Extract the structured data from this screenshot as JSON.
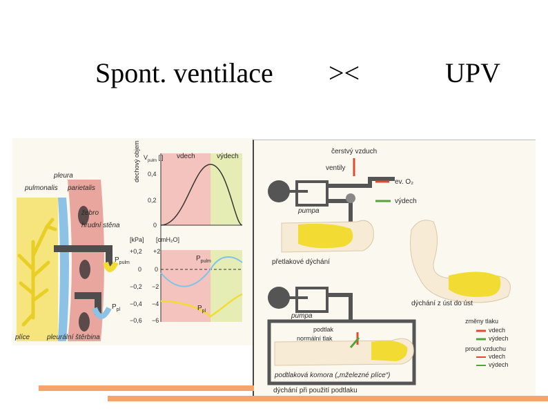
{
  "slide": {
    "title_left": "Spont. ventilace",
    "title_middle": "><",
    "title_right": "UPV"
  },
  "left_figure": {
    "labels": {
      "pleura": "pleura",
      "pulmonalis": "pulmonalis",
      "parietalis": "parietalis",
      "zebro": "žebro",
      "hrudni_stena": "hrudní stěna",
      "p_pulm": "P",
      "p_pulm_sub": "pulm",
      "p_pl": "P",
      "p_pl_sub": "pl",
      "plice": "plíce",
      "pleuralni_sterbina": "pleurální štěrbina"
    },
    "chart": {
      "volume_axis_label": "V",
      "volume_axis_sub": "pulm",
      "volume_axis_unit": "[l]",
      "volume_ylabel": "dechový objem",
      "phase_inspiration": "vdech",
      "phase_expiration": "výdech",
      "volume_ticks": [
        "0,4",
        "0,2",
        "0"
      ],
      "pressure_unit_kpa": "[kPa]",
      "pressure_unit_cmh2o": "[cmH₂O]",
      "kpa_ticks": [
        "+0,2",
        "0",
        "−0,2",
        "−0,4",
        "−0,6"
      ],
      "cmh2o_ticks": [
        "+2",
        "0",
        "−2",
        "−4",
        "−6"
      ],
      "curve_p_pulm": "P",
      "curve_p_pulm_sub": "pulm",
      "curve_p_pl": "P",
      "curve_p_pl_sub": "pl"
    }
  },
  "right_figure": {
    "labels": {
      "fresh_air": "čerstvý vzduch",
      "valves": "ventily",
      "ev_o2": "ev. O₂",
      "exhaled": "výdech",
      "pump_top": "pumpa",
      "positive_pressure": "přetlakové dýchání",
      "mouth_to_mouth": "dýchání z úst do úst",
      "pump_bottom": "pumpa",
      "underpressure": "podtlak",
      "normal_pressure": "normální tlak",
      "iron_lung": "podtlaková komora („mželezné plíce“)",
      "negative_pressure_breathing": "dýchání při použití podtlaku"
    },
    "legend": {
      "pressure_changes": "změny tlaku",
      "inhale_1": "vdech",
      "exhale_1": "výdech",
      "airflow": "proud vzduchu",
      "inhale_2": "vdech",
      "exhale_2": "výdech"
    }
  },
  "colors": {
    "accent_bar": "#f7a46b",
    "lung_yellow": "#f2dc33",
    "pink_zone": "#f4c3bd",
    "green_zone": "#e5ecb4",
    "pressure_red": "#e5492d",
    "pressure_green": "#52a339"
  }
}
